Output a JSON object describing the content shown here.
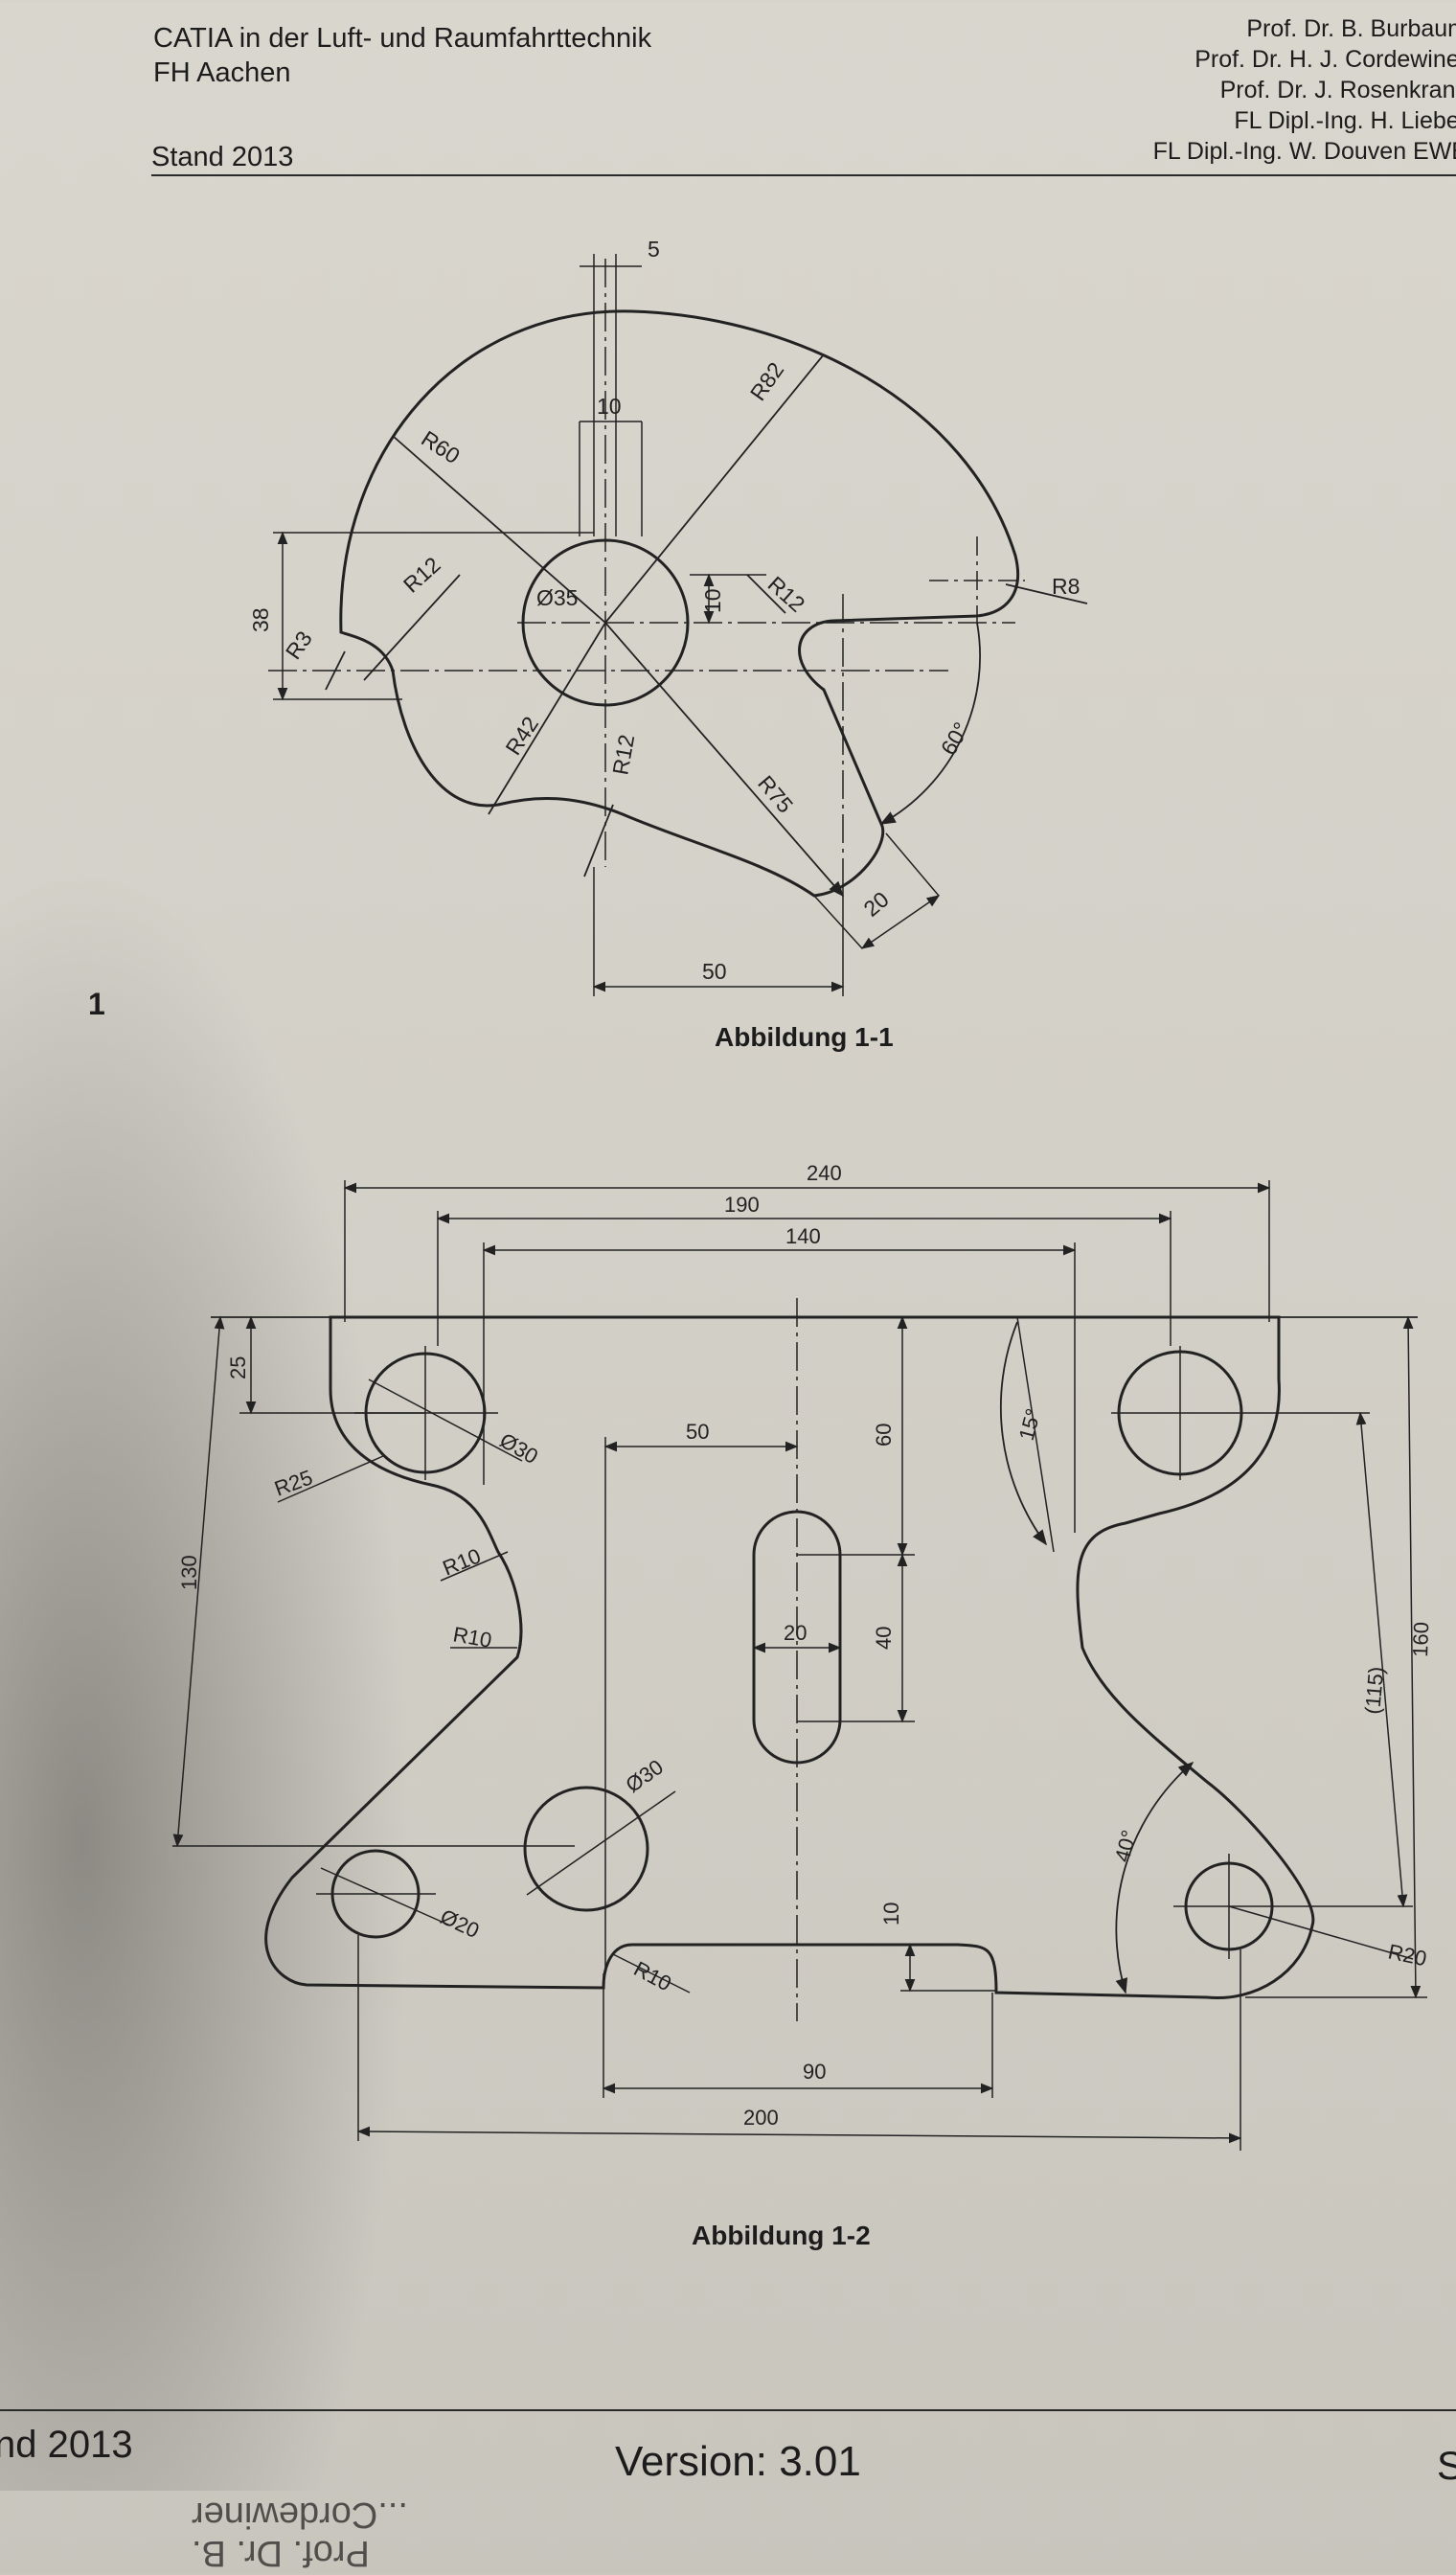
{
  "header": {
    "course": "CATIA in der Luft- und Raumfahrttechnik",
    "institution": "FH Aachen",
    "stand": "Stand 2013",
    "authors": [
      "Prof. Dr. B. Burbaum",
      "Prof. Dr. H. J. Cordewiner",
      "Prof. Dr. J. Rosenkranz",
      "FL Dipl.-Ing. H. Lieber",
      "FL Dipl.-Ing. W. Douven EWE"
    ]
  },
  "chapter_number": "1",
  "figure1": {
    "caption": "Abbildung 1-1",
    "dims": {
      "d5": "5",
      "d10a": "10",
      "r82": "R82",
      "r60": "R60",
      "d38": "38",
      "r12a": "R12",
      "dia35": "Ø35",
      "d10b": "10",
      "r12b": "R12",
      "r8": "R8",
      "r3": "R3",
      "r42": "R42",
      "r12c": "R12",
      "r75": "R75",
      "a60": "60°",
      "d20": "20",
      "d50": "50"
    }
  },
  "figure2": {
    "caption": "Abbildung 1-2",
    "dims": {
      "d240": "240",
      "d190": "190",
      "d140": "140",
      "d25": "25",
      "r25": "R25",
      "dia30a": "Ø30",
      "d50": "50",
      "d60": "60",
      "a15": "15°",
      "r10a": "R10",
      "r10b": "R10",
      "d20": "20",
      "d40": "40",
      "d130": "130",
      "d115": "(115)",
      "d160": "160",
      "dia30b": "Ø30",
      "a40": "40°",
      "dia20": "Ø20",
      "d10": "10",
      "r10c": "R10",
      "r20": "R20",
      "d90": "90",
      "d200": "200"
    }
  },
  "footer": {
    "stand_fragment": "nd 2013",
    "version": "Version: 3.01",
    "page_fragment": "S",
    "bleed_through": "Prof. Dr. B.\n...Cordewiner"
  }
}
